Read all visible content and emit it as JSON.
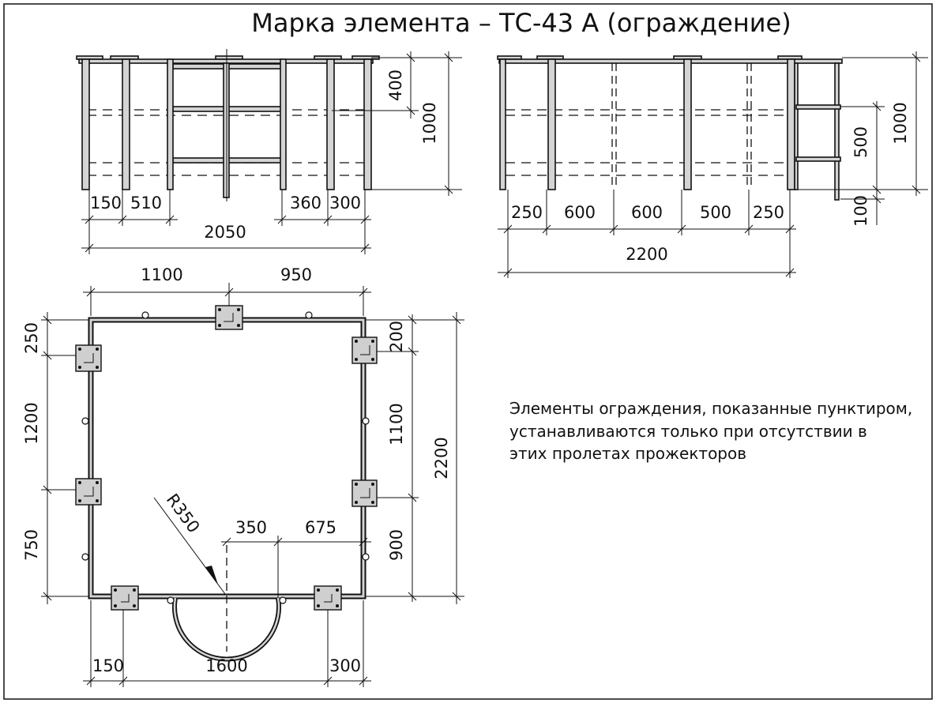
{
  "title": "Марка элемента – ТС-43 А (ограждение)",
  "note": {
    "lines": [
      "Элементы ограждения, показанные пунктиром,",
      "устанавливаются только при отсутствии в",
      "этих пролетах прожекторов"
    ]
  },
  "front_view": {
    "horizontal_dims": [
      "150",
      "510",
      "360",
      "300"
    ],
    "overall": "2050",
    "vertical_dims": [
      "400",
      "1000"
    ]
  },
  "side_view": {
    "horizontal_dims": [
      "250",
      "600",
      "600",
      "500",
      "250"
    ],
    "overall": "2200",
    "vertical_dims": [
      "500",
      "100",
      "1000"
    ]
  },
  "plan_view": {
    "top_dims": [
      "1100",
      "950"
    ],
    "left_dims": [
      "250",
      "1200",
      "750"
    ],
    "right_dims": [
      "200",
      "1100",
      "900"
    ],
    "right_overall": "2200",
    "inner_dims": [
      "350",
      "675"
    ],
    "radius": "R350",
    "bottom_dims": [
      "150",
      "1600",
      "300"
    ]
  }
}
